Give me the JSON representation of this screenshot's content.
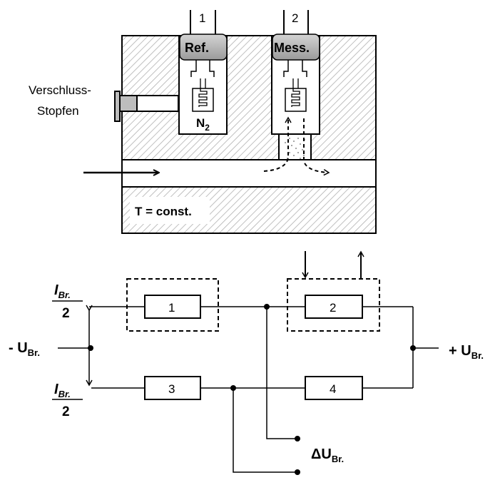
{
  "apparatus": {
    "channel_1_number": "1",
    "channel_2_number": "2",
    "ref_label": "Ref.",
    "mess_label": "Mess.",
    "plug_label_line1": "Verschluss-",
    "plug_label_line2": "Stopfen",
    "n2_main": "N",
    "n2_sub": "2",
    "temperature_label": "T = const."
  },
  "circuit": {
    "current_main_top": "I",
    "current_sub_top": "Br.",
    "current_den_top": "2",
    "current_main_bottom": "I",
    "current_sub_bottom": "Br.",
    "current_den_bottom": "2",
    "left_terminal_main": "- U",
    "left_terminal_sub": "Br.",
    "right_terminal_main": "+ U",
    "right_terminal_sub": "Br.",
    "resistor_1": "1",
    "resistor_2": "2",
    "resistor_3": "3",
    "resistor_4": "4",
    "output_main": "ΔU",
    "output_sub": "Br."
  },
  "colors": {
    "hatch": "#b0b0b0",
    "label_fill": "#a8a8a8"
  }
}
